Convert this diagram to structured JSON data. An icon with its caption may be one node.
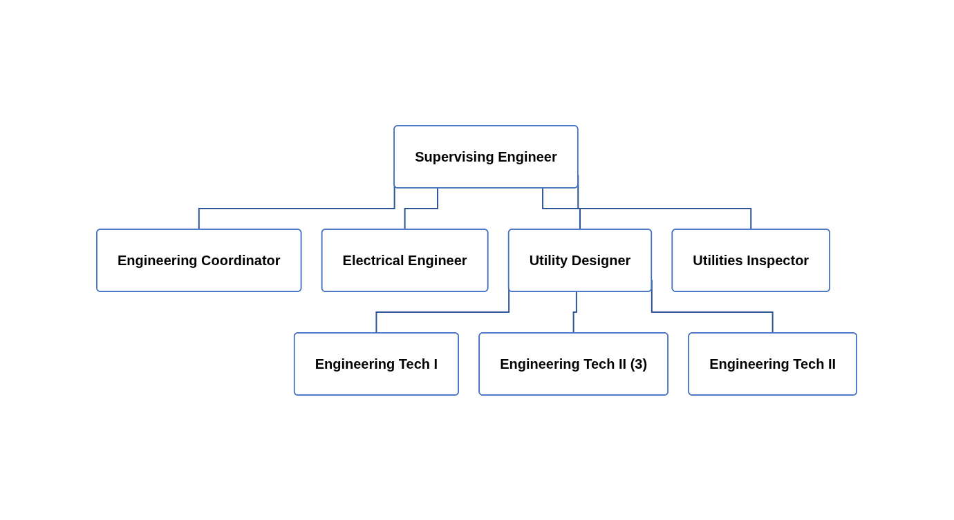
{
  "diagram": {
    "nodes": [
      {
        "text": [
          "Supervising Engineer"
        ]
      },
      {
        "text": [
          "Engineering Coordinator"
        ]
      },
      {
        "text": [
          "Electrical Engineer"
        ]
      },
      {
        "text": [
          "Utility Designer"
        ]
      },
      {
        "text": [
          "Utilities Inspector"
        ]
      },
      {
        "text": [
          "Engineering Tech I"
        ]
      },
      {
        "text": [
          "Engineering Tech II (3)"
        ]
      },
      {
        "text": [
          "Engineering Tech II"
        ]
      }
    ],
    "edges": [
      {
        "from": 0,
        "to": 1,
        "arrow": "none"
      },
      {
        "from": 0,
        "to": 2,
        "arrow": "none"
      },
      {
        "from": 0,
        "to": 3,
        "arrow": "none"
      },
      {
        "from": 0,
        "to": 4,
        "arrow": "none"
      },
      {
        "from": 3,
        "to": 5,
        "arrow": "none"
      },
      {
        "from": 3,
        "to": 6,
        "arrow": "none"
      },
      {
        "from": 3,
        "to": 7,
        "arrow": "none"
      }
    ]
  }
}
